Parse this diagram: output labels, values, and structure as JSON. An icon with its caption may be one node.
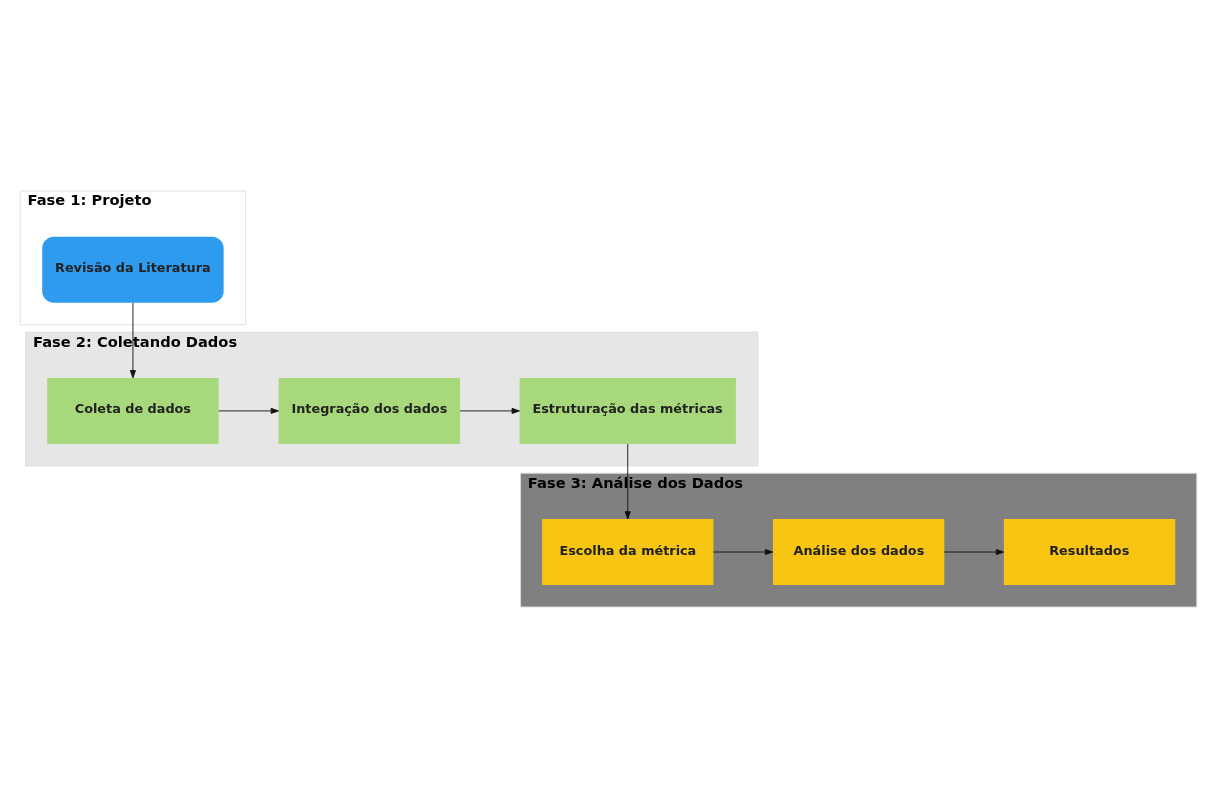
{
  "diagram": {
    "nodes": [
      {
        "text": [
          "Fase 1: Projeto"
        ]
      },
      {
        "text": [
          "Revisão da Literatura"
        ],
        "in": 0
      },
      {
        "text": [
          "Fase 2: Coletando Dados"
        ]
      },
      {
        "text": [
          "Coleta de dados"
        ],
        "in": 2
      },
      {
        "text": [
          "Integração dos dados"
        ],
        "in": 2
      },
      {
        "text": [
          "Estruturação das métricas"
        ],
        "in": 2
      },
      {
        "text": [
          "Fase 3: Análise dos Dados"
        ]
      },
      {
        "text": [
          "Escolha da métrica"
        ],
        "in": 6
      },
      {
        "text": [
          "Análise dos dados"
        ],
        "in": 6
      },
      {
        "text": [
          "Resultados"
        ],
        "in": 6
      }
    ],
    "edges": [
      {
        "from": 1,
        "to": 3,
        "arrow": "to"
      },
      {
        "from": 3,
        "to": 4,
        "arrow": "to"
      },
      {
        "from": 4,
        "to": 5,
        "arrow": "to"
      },
      {
        "from": 5,
        "to": 7,
        "arrow": "to"
      },
      {
        "from": 7,
        "to": 8,
        "arrow": "to"
      },
      {
        "from": 8,
        "to": 9,
        "arrow": "to"
      }
    ]
  }
}
